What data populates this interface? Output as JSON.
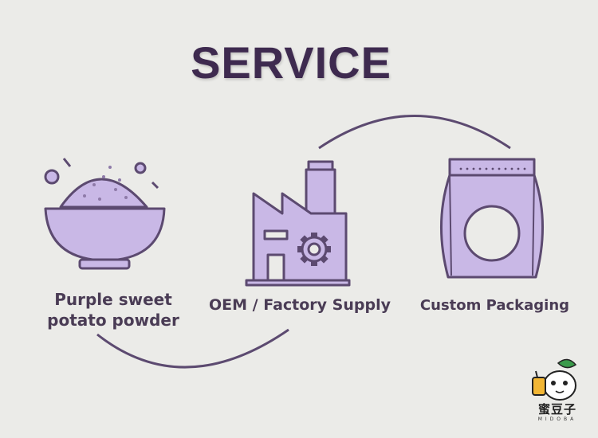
{
  "title": "SERVICE",
  "services": [
    {
      "label": "Purple sweet potato powder",
      "icon": "bowl-powder-icon"
    },
    {
      "label": "OEM / Factory Supply",
      "icon": "factory-gear-icon"
    },
    {
      "label": "Custom Packaging",
      "icon": "packaging-pouch-icon"
    }
  ],
  "logo": {
    "name": "蜜豆子",
    "sub": "MIDOBA"
  },
  "colors": {
    "background": "#ebebe8",
    "title": "#3e2a4f",
    "stroke": "#5c4a70",
    "fill": "#c9b8e6",
    "label": "#4a3c55"
  }
}
